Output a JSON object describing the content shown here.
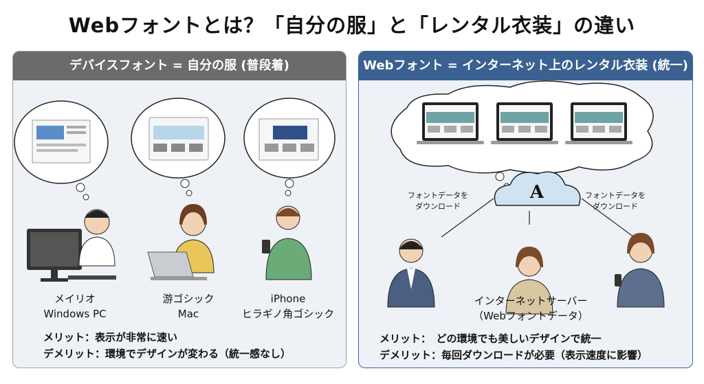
{
  "title": "Webフォントとは？「自分の服」と「レンタル衣装」の違い",
  "left": {
    "header": "デバイスフォント = 自分の服 (普段着)",
    "devices": [
      {
        "font": "メイリオ",
        "os": "Windows PC"
      },
      {
        "font": "游ゴシック",
        "os": "Mac"
      },
      {
        "font": "iPhone",
        "os": "ヒラギノ角ゴシック"
      }
    ],
    "merit": "メリット：表示が非常に速い",
    "demerit": "デメリット：環境でデザインが変わる（統一感なし）"
  },
  "right": {
    "header": "Webフォント = インターネット上のレンタル衣装 (統一)",
    "cloud_letter": "A",
    "download_left": [
      "フォントデータを",
      "ダウンロード"
    ],
    "download_right": [
      "フォントデータを",
      "ダウンロード"
    ],
    "server": [
      "インターネットサーバー",
      "（Webフォントデータ）"
    ],
    "merit": "メリット：　どの環境でも美しいデザインで統一",
    "demerit": "デメリット：毎回ダウンロードが必要（表示速度に影響）"
  },
  "colors": {
    "left_header": "#6b6b6b",
    "right_header": "#3a6191",
    "panel_bg": "#eef2f7"
  }
}
